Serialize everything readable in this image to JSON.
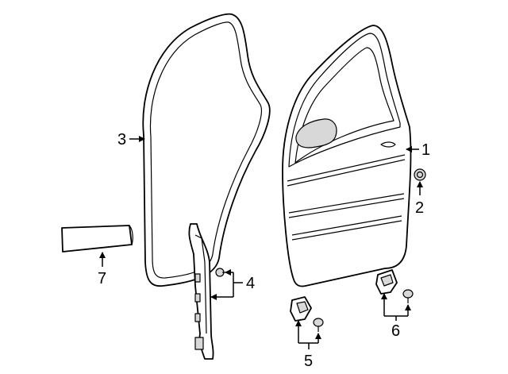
{
  "callouts": {
    "c1": "1",
    "c2": "2",
    "c3": "3",
    "c4": "4",
    "c5": "5",
    "c6": "6",
    "c7": "7"
  },
  "colors": {
    "line": "#000000",
    "shading": "#d8d8d8",
    "background": "#ffffff"
  }
}
